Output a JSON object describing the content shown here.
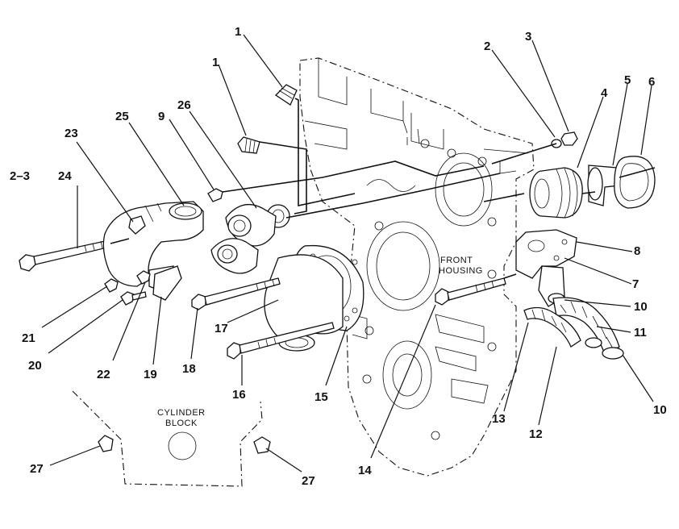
{
  "callouts": {
    "c1a": "1",
    "c1b": "1",
    "c2": "2",
    "c3": "3",
    "c4": "4",
    "c5": "5",
    "c6": "6",
    "c7": "7",
    "c8": "8",
    "c9": "9",
    "c10a": "10",
    "c10b": "10",
    "c11": "11",
    "c12": "12",
    "c13": "13",
    "c14": "14",
    "c15": "15",
    "c16": "16",
    "c17": "17",
    "c18": "18",
    "c19": "19",
    "c20": "20",
    "c21": "21",
    "c22": "22",
    "c23": "23",
    "c24": "24",
    "c25": "25",
    "c26": "26",
    "c27a": "27",
    "c27b": "27",
    "c23alt": "2–3"
  },
  "labels": {
    "front_housing_1": "FRONT",
    "front_housing_2": "HOUSING",
    "cylinder_block_1": "CYLINDER",
    "cylinder_block_2": "BLOCK"
  }
}
